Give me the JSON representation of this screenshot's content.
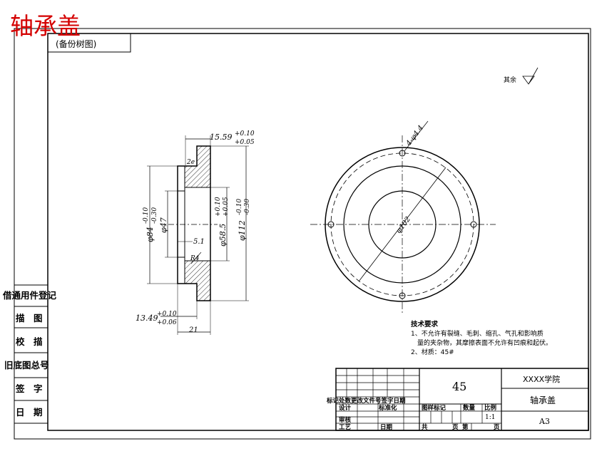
{
  "header": {
    "title": "轴承盖",
    "title_color": "#d40000",
    "ref_view": "(备份树图)"
  },
  "side_panel": {
    "items": [
      "借通用件登记",
      "描　图",
      "校　描",
      "旧底图总号",
      "签　字",
      "日　期"
    ]
  },
  "front_view": {
    "dims": {
      "top_width": "15.59",
      "top_tol_upper": "+0.10",
      "top_tol_lower": "+0.05",
      "bottom_width": "13.49",
      "bottom_tol_upper": "+0.10",
      "bottom_tol_lower": "+0.06",
      "base_width": "21",
      "dia84": "φ84",
      "dia84_tol_upper": "-0.10",
      "dia84_tol_lower": "-0.30",
      "dia47": "φ47",
      "dia58": "φ58.5",
      "dia58_tol_upper": "+0.10",
      "dia58_tol_lower": "+0.05",
      "dia112": "φ112",
      "dia112_tol_upper": "-0.10",
      "dia112_tol_lower": "-0.30",
      "depth": "5.1",
      "r2": "2e",
      "r4": "R4"
    }
  },
  "side_view": {
    "holes_label": "4-φ4.4",
    "pcd_label": "φ102"
  },
  "surface_note": {
    "label": "其余"
  },
  "tech_req": {
    "title": "技术要求",
    "lines": [
      "1、不允许有裂缝、毛刺、缩孔、气孔和影响质",
      "　量的夹杂物，其摩擦表面不允许有凹痕和起伏。",
      "2、材质：45#"
    ]
  },
  "title_block": {
    "material": "45",
    "school": "XXXX学院",
    "part_name": "轴承盖",
    "sheet_size": "A3",
    "scale": "1:1",
    "labels": {
      "change_row": "标记处数更改文件号签字日期",
      "design": "设计",
      "standardize": "标准化",
      "review": "审核",
      "process": "工艺",
      "date": "日期",
      "stage_mark": "图样标记",
      "weight": "数量",
      "scale": "比例",
      "total": "共",
      "page1": "页",
      "sheet": "第",
      "page2": "页"
    }
  }
}
